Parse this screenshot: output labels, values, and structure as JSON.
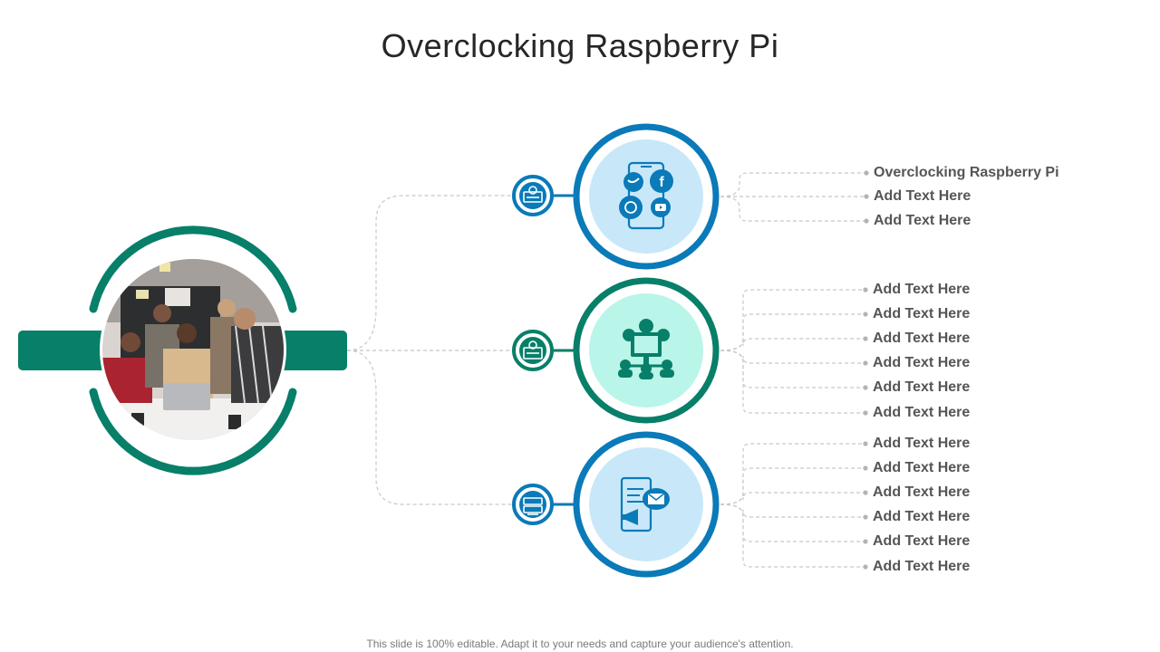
{
  "slide": {
    "title": "Overclocking Raspberry Pi",
    "footer": "This slide is 100% editable. Adapt it to your needs and capture your audience's attention."
  },
  "colors": {
    "green": "#077f69",
    "blue": "#0a7ab8",
    "light_blue": "#c8e8fa",
    "mint": "#b9f5e8",
    "connector": "#c8c8c8"
  },
  "icons": {
    "central": "team-meeting-photo",
    "node_1": {
      "small": "presentation-chart-icon",
      "large": "smartphone-social-media-icon"
    },
    "node_2": {
      "small": "dollar-board-icon",
      "large": "network-meeting-icon"
    },
    "node_3": {
      "small": "money-stack-icon",
      "large": "mobile-email-marketing-icon"
    }
  },
  "groups": [
    {
      "labels": [
        "Overclocking Raspberry Pi",
        "Add  Text Here",
        "Add  Text Here"
      ]
    },
    {
      "labels": [
        "Add  Text Here",
        "Add  Text Here",
        "Add  Text Here",
        "Add  Text Here",
        "Add  Text Here",
        "Add  Text Here"
      ]
    },
    {
      "labels": [
        "Add  Text Here",
        "Add  Text Here",
        "Add  Text Here",
        "Add  Text Here",
        "Add  Text Here",
        "Add  Text Here"
      ]
    }
  ]
}
